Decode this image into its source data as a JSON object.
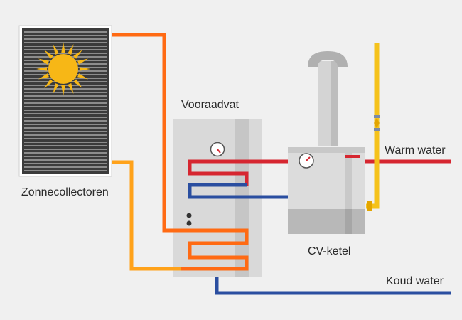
{
  "labels": {
    "solar_collectors": "Zonnecollectoren",
    "storage_tank": "Vooraadvat",
    "boiler": "CV-ketel",
    "warm_water": "Warm water",
    "cold_water": "Koud water"
  },
  "colors": {
    "background": "#f0f0f0",
    "solar_loop_hot": "#ff6a13",
    "solar_loop_return": "#ffa21a",
    "heating_hot": "#d62630",
    "cold_water": "#2a4ea0",
    "gas_line": "#f5c21b",
    "tank_body": "#d9d9d9",
    "boiler_body": "#dcdcdc",
    "sun": "#f7b716"
  },
  "icons": [
    "sun-icon",
    "temperature-gauge-icon",
    "gas-valve-icon"
  ]
}
